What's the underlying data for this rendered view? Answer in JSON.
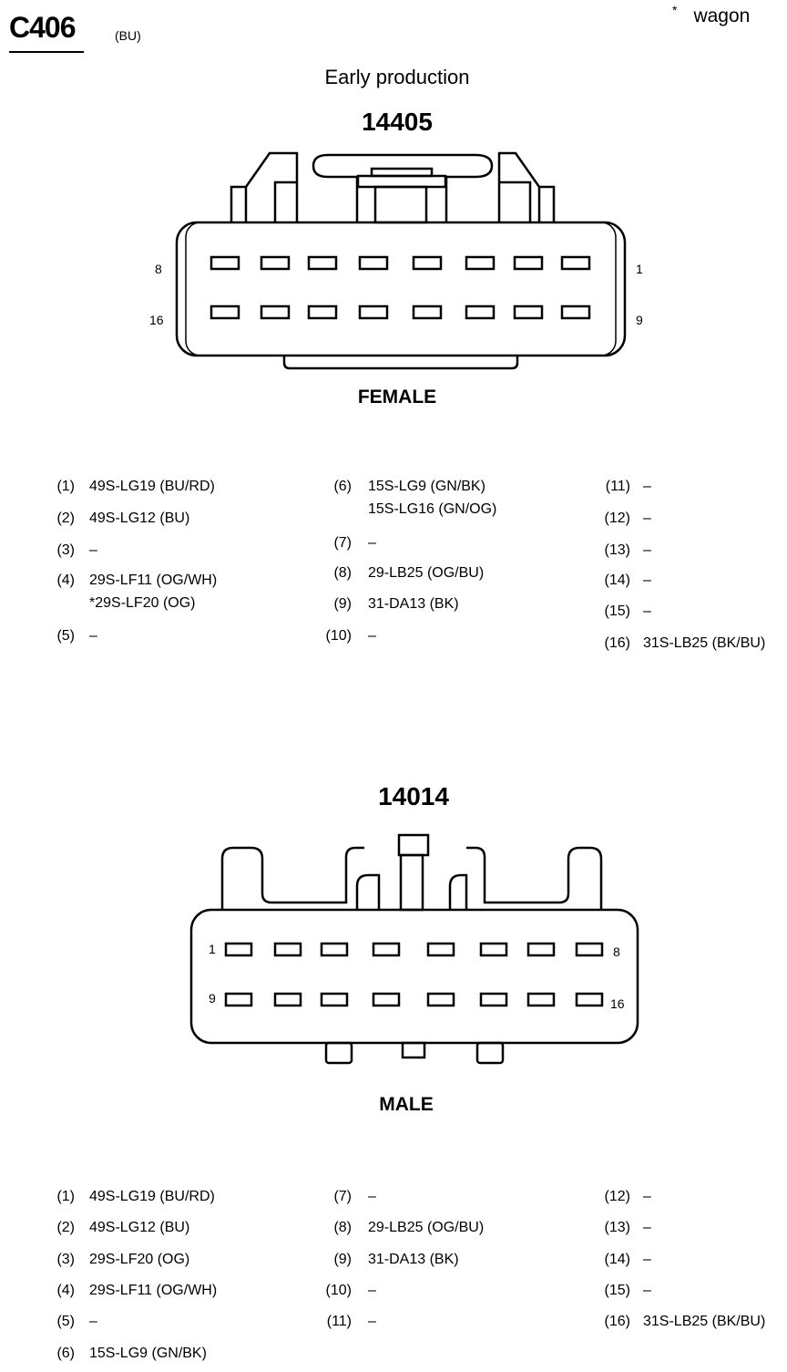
{
  "header": {
    "connector_id": "C406",
    "color_code": "(BU)",
    "note_symbol": "*",
    "note_text": "wagon",
    "subtitle": "Early production"
  },
  "female": {
    "part_number": "14405",
    "label": "FEMALE",
    "left_top_pin": "8",
    "left_bottom_pin": "16",
    "right_top_pin": "1",
    "right_bottom_pin": "9",
    "pins": [
      {
        "num": "(1)",
        "lines": [
          "49S-LG19 (BU/RD)"
        ]
      },
      {
        "num": "(2)",
        "lines": [
          "49S-LG12 (BU)"
        ]
      },
      {
        "num": "(3)",
        "lines": [
          "–"
        ]
      },
      {
        "num": "(4)",
        "lines": [
          "29S-LF11 (OG/WH)",
          "*29S-LF20 (OG)"
        ]
      },
      {
        "num": "(5)",
        "lines": [
          "–"
        ]
      },
      {
        "num": "(6)",
        "lines": [
          "15S-LG9 (GN/BK)",
          "15S-LG16 (GN/OG)"
        ]
      },
      {
        "num": "(7)",
        "lines": [
          "–"
        ]
      },
      {
        "num": "(8)",
        "lines": [
          "29-LB25 (OG/BU)"
        ]
      },
      {
        "num": "(9)",
        "lines": [
          "31-DA13 (BK)"
        ]
      },
      {
        "num": "(10)",
        "lines": [
          "–"
        ]
      },
      {
        "num": "(11)",
        "lines": [
          "–"
        ]
      },
      {
        "num": "(12)",
        "lines": [
          "–"
        ]
      },
      {
        "num": "(13)",
        "lines": [
          "–"
        ]
      },
      {
        "num": "(14)",
        "lines": [
          "–"
        ]
      },
      {
        "num": "(15)",
        "lines": [
          "–"
        ]
      },
      {
        "num": "(16)",
        "lines": [
          "31S-LB25 (BK/BU)"
        ]
      }
    ]
  },
  "male": {
    "part_number": "14014",
    "label": "MALE",
    "left_top_pin": "1",
    "left_bottom_pin": "9",
    "right_top_pin": "8",
    "right_bottom_pin": "16",
    "pins": [
      {
        "num": "(1)",
        "lines": [
          "49S-LG19 (BU/RD)"
        ]
      },
      {
        "num": "(2)",
        "lines": [
          "49S-LG12 (BU)"
        ]
      },
      {
        "num": "(3)",
        "lines": [
          "29S-LF20 (OG)"
        ]
      },
      {
        "num": "(4)",
        "lines": [
          "29S-LF11 (OG/WH)"
        ]
      },
      {
        "num": "(5)",
        "lines": [
          "–"
        ]
      },
      {
        "num": "(6)",
        "lines": [
          "15S-LG9 (GN/BK)"
        ]
      },
      {
        "num": "(7)",
        "lines": [
          "–"
        ]
      },
      {
        "num": "(8)",
        "lines": [
          "29-LB25 (OG/BU)"
        ]
      },
      {
        "num": "(9)",
        "lines": [
          "31-DA13 (BK)"
        ]
      },
      {
        "num": "(10)",
        "lines": [
          "–"
        ]
      },
      {
        "num": "(11)",
        "lines": [
          "–"
        ]
      },
      {
        "num": "(12)",
        "lines": [
          "–"
        ]
      },
      {
        "num": "(13)",
        "lines": [
          "–"
        ]
      },
      {
        "num": "(14)",
        "lines": [
          "–"
        ]
      },
      {
        "num": "(15)",
        "lines": [
          "–"
        ]
      },
      {
        "num": "(16)",
        "lines": [
          "31S-LB25 (BK/BU)"
        ]
      }
    ]
  }
}
